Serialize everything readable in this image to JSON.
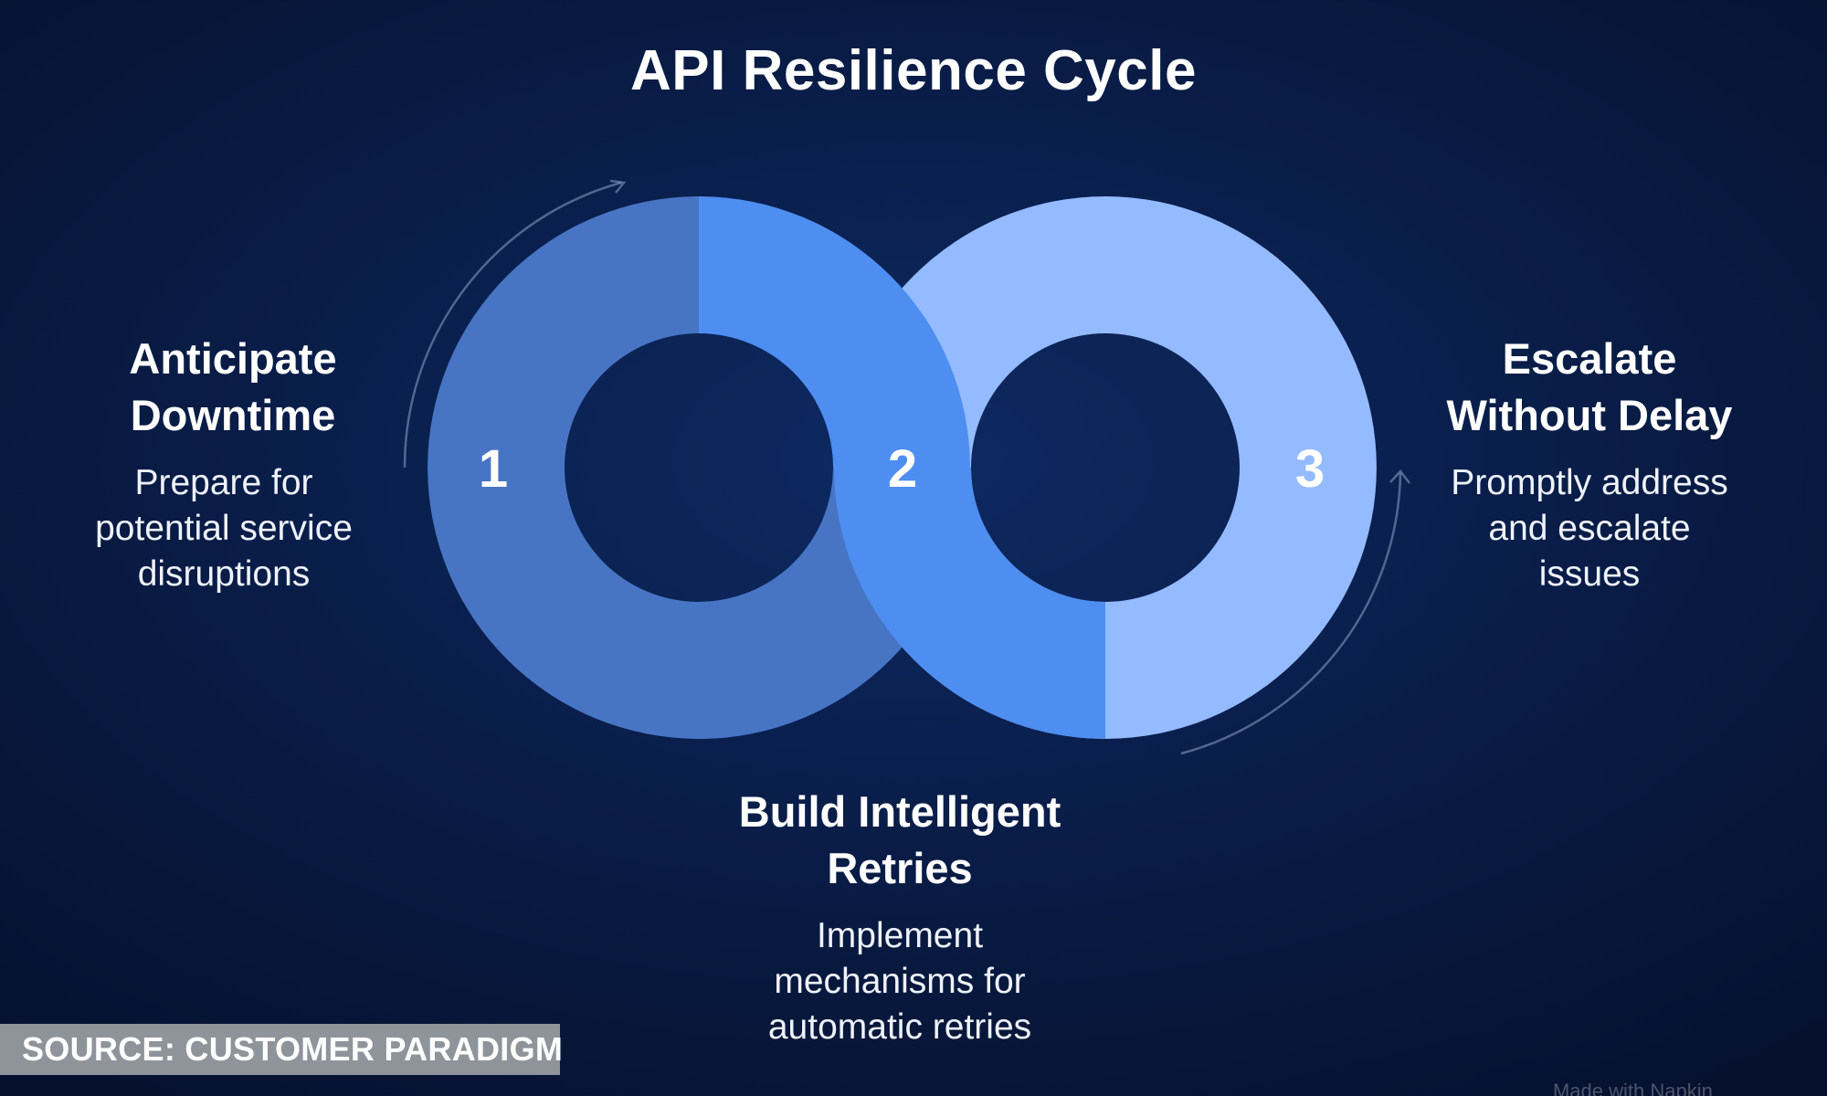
{
  "title": "API Resilience Cycle",
  "steps": [
    {
      "number": "1",
      "heading_lines": [
        "Anticipate",
        "Downtime"
      ],
      "description_lines": [
        "Prepare for",
        "potential service",
        "disruptions"
      ]
    },
    {
      "number": "2",
      "heading_lines": [
        "Build Intelligent",
        "Retries"
      ],
      "description_lines": [
        "Implement",
        "mechanisms for",
        "automatic retries"
      ]
    },
    {
      "number": "3",
      "heading_lines": [
        "Escalate",
        "Without Delay"
      ],
      "description_lines": [
        "Promptly address",
        "and escalate",
        "issues"
      ]
    }
  ],
  "colors": {
    "ring_left": "#4775c4",
    "ring_middle": "#4d8ef0",
    "ring_right": "#94bbff",
    "background": "#0a1f4d"
  },
  "source_label": "SOURCE: CUSTOMER PARADIGM",
  "watermark": "Made with Napkin"
}
